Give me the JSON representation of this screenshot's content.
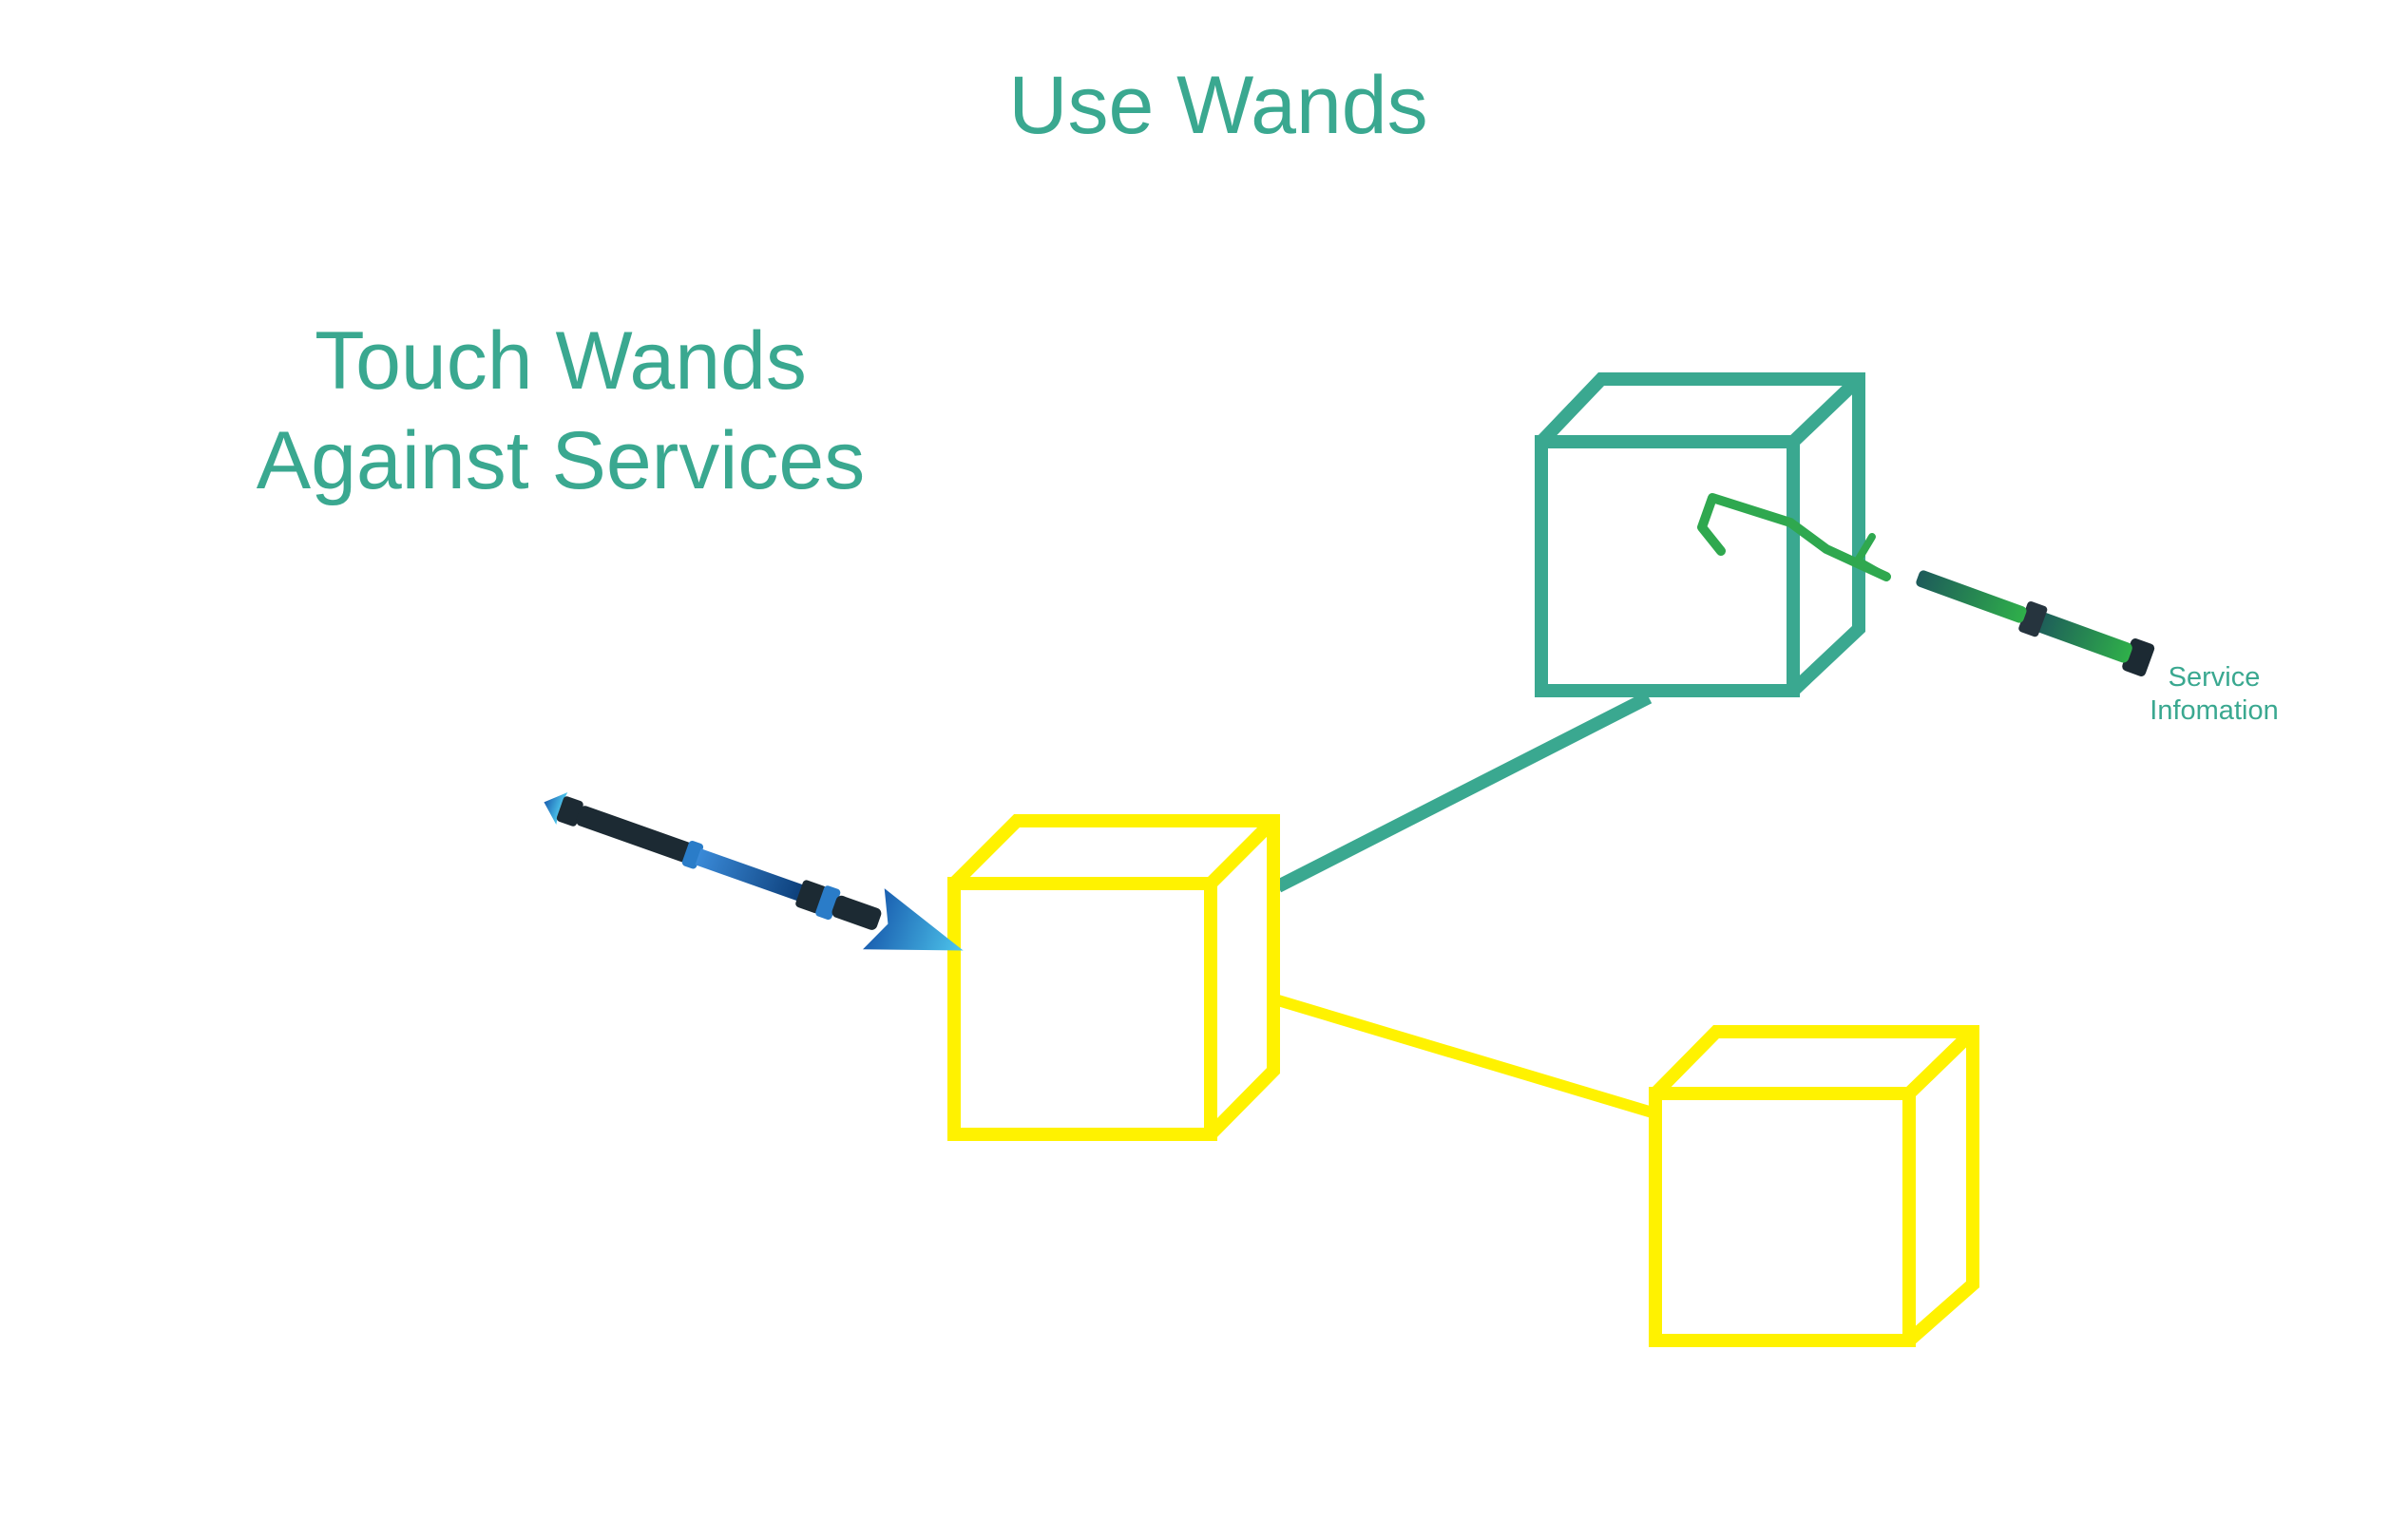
{
  "colors": {
    "accent": "#3aa890",
    "box_teal": "#3aa890",
    "box_yellow": "#fff200",
    "wand_blue": "#1e78c8",
    "wand_green": "#2fa84f",
    "wand_dark": "#1c2a33"
  },
  "diagram": {
    "title": "Use Wands",
    "subtitle_lines": [
      "Touch Wands",
      "Against Services"
    ],
    "caption_lines": [
      "Service",
      "Infomation"
    ]
  }
}
